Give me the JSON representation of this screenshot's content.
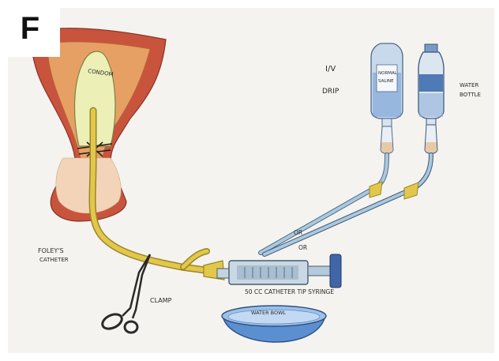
{
  "panel": {
    "letter": "F"
  },
  "labels": {
    "condom": "CONDOM",
    "iv_drip_1": "I/V",
    "iv_drip_2": "DRIP",
    "normal_saline_1": "NORMAL",
    "normal_saline_2": "SALINE",
    "water_bottle_1": "WATER",
    "water_bottle_2": "BOTTLE",
    "foleys_1": "FOLEY'S",
    "foleys_2": "CATHETER",
    "or_1": "OR",
    "or_2": "OR",
    "syringe": "50 CC  CATHETER TIP SYRINGE",
    "clamp": "CLAMP",
    "water_bowl": "WATER BOWL"
  },
  "colors": {
    "uterus_red": "#c8543e",
    "tissue_orange": "#e7a064",
    "catheter_yellow": "#e2c84a",
    "tube_blue": "#aac9dc",
    "water_blue": "#5b8fd0",
    "paper": "#f4f3ef"
  }
}
